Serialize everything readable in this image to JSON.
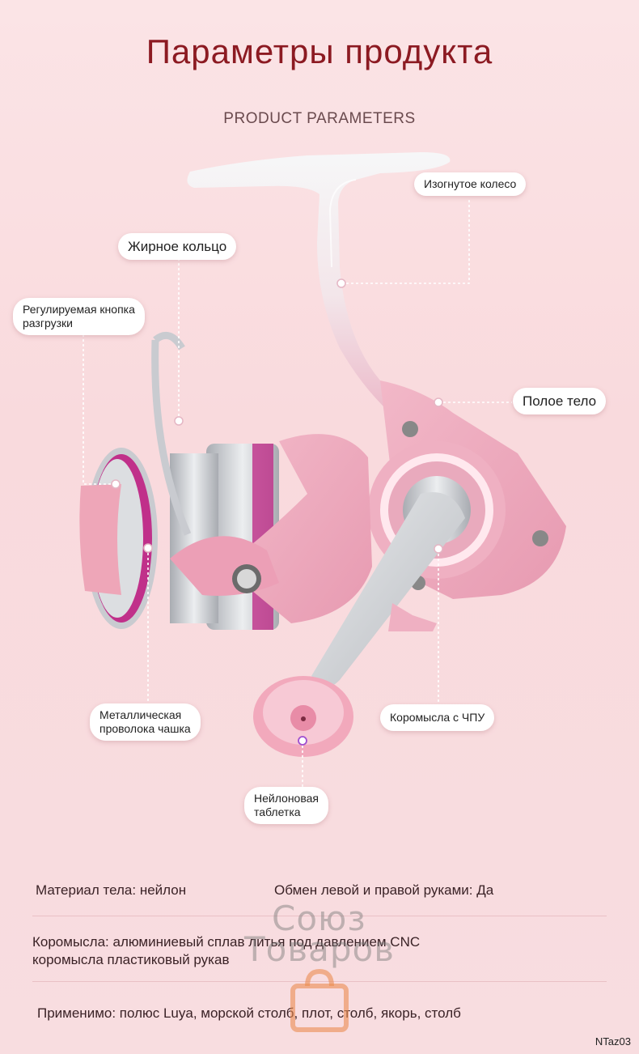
{
  "header": {
    "title": "Параметры продукта",
    "subtitle": "PRODUCT PARAMETERS"
  },
  "callouts": {
    "bent_handle": "Изогнутое колесо",
    "grease_ring": "Жирное кольцо",
    "drag_knob_line1": "Регулируемая кнопка",
    "drag_knob_line2": "разгрузки",
    "hollow_body": "Полое тело",
    "metal_bail_line1": "Металлическая",
    "metal_bail_line2": "проволока чашка",
    "cnc_arm": "Коромысла с ЧПУ",
    "nylon_knob_line1": "Нейлоновая",
    "nylon_knob_line2": "таблетка"
  },
  "specs": {
    "body_material": "Материал тела: нейлон",
    "hand_swap": "Обмен левой и правой руками: Да",
    "arm_line1": "Коромысла: алюминиевый сплав литья под давлением CNC",
    "arm_line2": "коромысла пластиковый рукав",
    "applicable": "Применимо: полюс Luya, морской столб, плот, столб, якорь, столб"
  },
  "watermark": {
    "line1": "Союз",
    "line2": "Товаров",
    "icon": "shopping-bag-icon"
  },
  "product_code": "NTaz03",
  "colors": {
    "title": "#8c1a22",
    "accent_pink": "#e8a0b4",
    "magenta_ring": "#c0308a",
    "silver": "#c9cbd0"
  }
}
